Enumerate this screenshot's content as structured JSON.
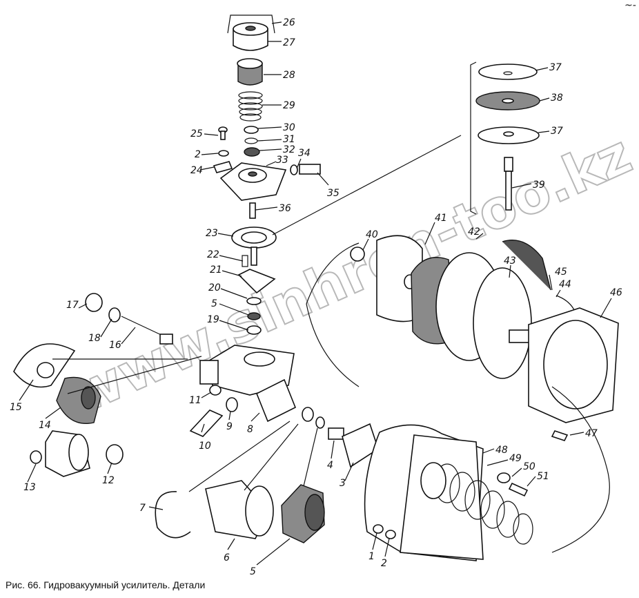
{
  "caption": "Рис. 66. Гидровакуумный усилитель. Детали",
  "watermark": "www.sinhron-too.kz",
  "corner_mark": "~-",
  "callouts": [
    "1",
    "2",
    "3",
    "4",
    "5",
    "6",
    "7",
    "8",
    "9",
    "10",
    "11",
    "12",
    "13",
    "14",
    "15",
    "16",
    "17",
    "18",
    "19",
    "20",
    "21",
    "22",
    "23",
    "24",
    "25",
    "26",
    "27",
    "28",
    "29",
    "30",
    "31",
    "32",
    "33",
    "34",
    "35",
    "36",
    "37",
    "38",
    "39",
    "40",
    "41",
    "42",
    "43",
    "44",
    "45",
    "46",
    "47",
    "48",
    "49",
    "50",
    "51"
  ],
  "callout_labels": [
    {
      "text": "26"
    },
    {
      "text": "27"
    },
    {
      "text": "28"
    },
    {
      "text": "29"
    },
    {
      "text": "30"
    },
    {
      "text": "25"
    },
    {
      "text": "31"
    },
    {
      "text": "2"
    },
    {
      "text": "32"
    },
    {
      "text": "34"
    },
    {
      "text": "33"
    },
    {
      "text": "24"
    },
    {
      "text": "35"
    },
    {
      "text": "36"
    },
    {
      "text": "23"
    },
    {
      "text": "22"
    },
    {
      "text": "21"
    },
    {
      "text": "20"
    },
    {
      "text": "5"
    },
    {
      "text": "19"
    },
    {
      "text": "17"
    },
    {
      "text": "18"
    },
    {
      "text": "16"
    },
    {
      "text": "15"
    },
    {
      "text": "14"
    },
    {
      "text": "11"
    },
    {
      "text": "9"
    },
    {
      "text": "8"
    },
    {
      "text": "10"
    },
    {
      "text": "13"
    },
    {
      "text": "12"
    },
    {
      "text": "7"
    },
    {
      "text": "6"
    },
    {
      "text": "5"
    },
    {
      "text": "4"
    },
    {
      "text": "3"
    },
    {
      "text": "1"
    },
    {
      "text": "2"
    },
    {
      "text": "37"
    },
    {
      "text": "38"
    },
    {
      "text": "37"
    },
    {
      "text": "39"
    },
    {
      "text": "40"
    },
    {
      "text": "41"
    },
    {
      "text": "42"
    },
    {
      "text": "43"
    },
    {
      "text": "45"
    },
    {
      "text": "44"
    },
    {
      "text": "46"
    },
    {
      "text": "47"
    },
    {
      "text": "48"
    },
    {
      "text": "49"
    },
    {
      "text": "50"
    },
    {
      "text": "51"
    }
  ]
}
